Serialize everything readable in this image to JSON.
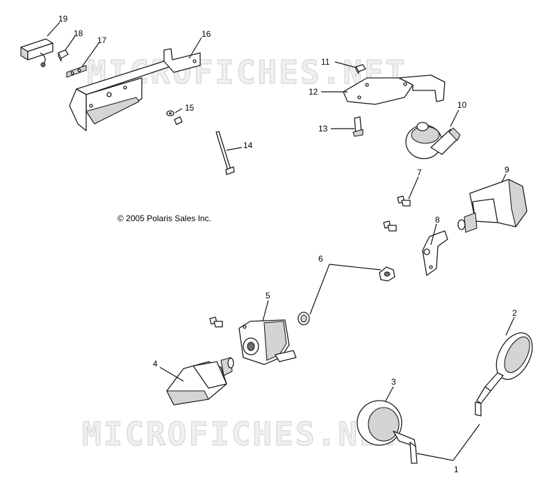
{
  "copyright": "© 2005 Polaris Sales Inc.",
  "watermark": "MICROFICHES.NET",
  "callouts": [
    {
      "id": "1",
      "label": "1"
    },
    {
      "id": "2",
      "label": "2"
    },
    {
      "id": "3",
      "label": "3"
    },
    {
      "id": "4",
      "label": "4"
    },
    {
      "id": "5",
      "label": "5"
    },
    {
      "id": "6",
      "label": "6"
    },
    {
      "id": "7",
      "label": "7"
    },
    {
      "id": "8",
      "label": "8"
    },
    {
      "id": "9",
      "label": "9"
    },
    {
      "id": "10",
      "label": "10"
    },
    {
      "id": "11",
      "label": "11"
    },
    {
      "id": "12",
      "label": "12"
    },
    {
      "id": "13",
      "label": "13"
    },
    {
      "id": "14",
      "label": "14"
    },
    {
      "id": "15",
      "label": "15"
    },
    {
      "id": "16",
      "label": "16"
    },
    {
      "id": "17",
      "label": "17"
    },
    {
      "id": "18",
      "label": "18"
    },
    {
      "id": "19",
      "label": "19"
    }
  ]
}
